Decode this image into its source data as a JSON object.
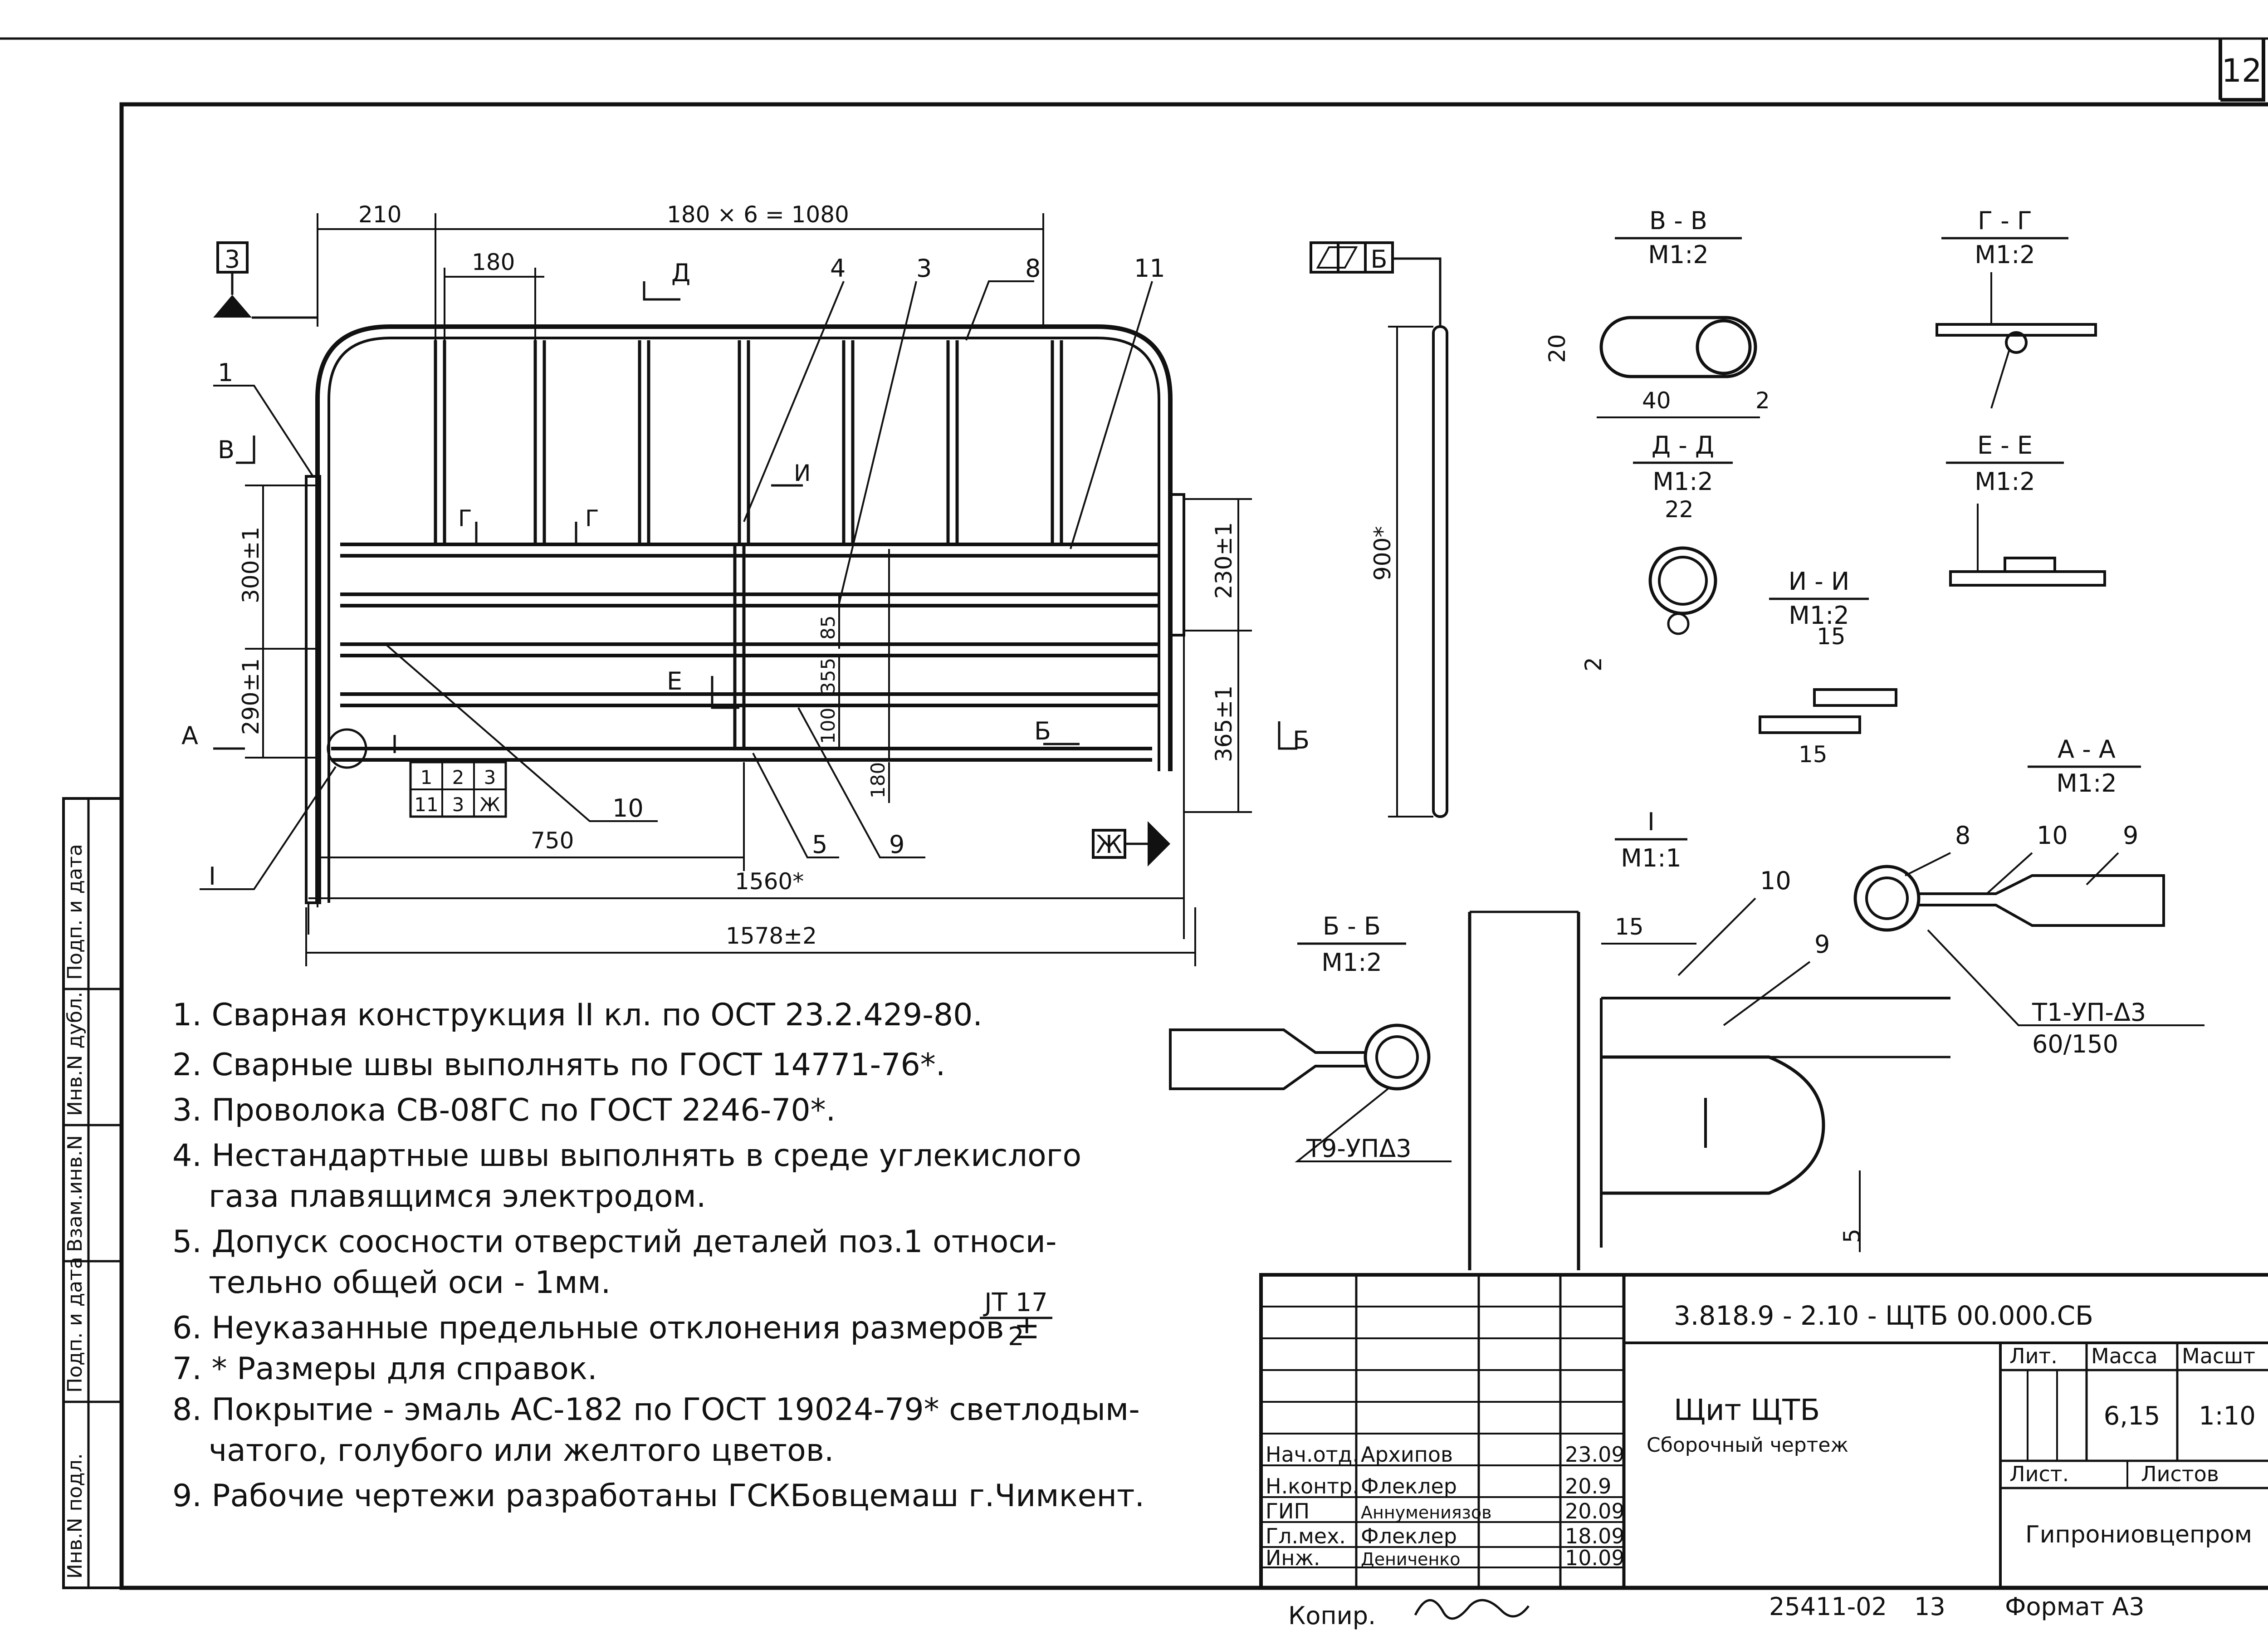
{
  "sheet_number": "12",
  "side_stamp": [
    "Инв.N подл.",
    "Подп. и дата",
    "Взам.инв.N",
    "Инв.N дубл.",
    "Подп. и дата"
  ],
  "main_view": {
    "dims_top": [
      "210",
      "180 × 6 = 1080",
      "180"
    ],
    "dims_bottom": [
      "750",
      "1560*",
      "1578±2"
    ],
    "dims_left": [
      "300±1",
      "290±1"
    ],
    "dims_right": [
      "230±1",
      "365±1"
    ],
    "dims_inner": [
      "85",
      "355",
      "100",
      "180"
    ],
    "positions": [
      "1",
      "4",
      "3",
      "8",
      "11",
      "10",
      "5",
      "9",
      "I"
    ],
    "section_marks": [
      "В",
      "Д",
      "Г",
      "Г",
      "И",
      "Е",
      "А",
      "Б",
      "Б"
    ],
    "base_mark_top": "3",
    "base_mark_right": "Ж",
    "weld_table": [
      [
        "1",
        "2",
        "3"
      ],
      [
        "11",
        "3",
        "Ж"
      ]
    ]
  },
  "side_view": {
    "tolerance_base": "Б",
    "dim": "900*"
  },
  "sections": {
    "vv": {
      "title": "В - В",
      "scale": "М1:2",
      "dims": [
        "20",
        "40",
        "2"
      ]
    },
    "gg": {
      "title": "Г - Г",
      "scale": "М1:2"
    },
    "dd": {
      "title": "Д - Д",
      "scale": "М1:2",
      "dims": [
        "22",
        "2"
      ]
    },
    "ee": {
      "title": "Е - Е",
      "scale": "М1:2"
    },
    "ii": {
      "title": "И - И",
      "scale": "М1:2",
      "dims": [
        "15",
        "15"
      ]
    },
    "aa": {
      "title": "А - А",
      "scale": "М1:2",
      "positions": [
        "8",
        "10",
        "9"
      ],
      "weld": "Т1-УП-Δ3",
      "weld2": "60/150"
    },
    "bb": {
      "title": "Б - Б",
      "scale": "М1:2",
      "weld": "Т9-УПΔ3"
    },
    "detail": {
      "title": "I",
      "scale": "М1:1",
      "positions": [
        "10",
        "9"
      ],
      "dims": [
        "15",
        "5"
      ]
    }
  },
  "notes": [
    "1. Сварная конструкция II кл. по ОСТ 23.2.429-80.",
    "2. Сварные швы выполнять по ГОСТ 14771-76*.",
    "3. Проволока СВ-08ГС по ГОСТ 2246-70*.",
    "4. Нестандартные швы выполнять в среде углекислого",
    "газа плавящимся электродом.",
    "5. Допуск соосности отверстий деталей поз.1 относи-",
    "тельно общей оси - 1мм.",
    "6. Неуказанные предельные отклонения размеров ±",
    "7. * Размеры для справок.",
    "8. Покрытие - эмаль АС-182 по ГОСТ 19024-79* светлодым-",
    "чатого, голубого или желтого цветов.",
    "9. Рабочие чертежи разработаны ГСКБовцемаш г.Чимкент."
  ],
  "note6_fraction": {
    "num": "JT 17",
    "den": "2"
  },
  "title_block": {
    "code": "3.818.9 - 2.10 -   ЩТБ 00.000.СБ",
    "name": "Щит   ЩТБ",
    "name_sub": "Сборочный   чертеж",
    "headers": [
      "Лит.",
      "Масса",
      "Масшт"
    ],
    "mass": "6,15",
    "scale": "1:10",
    "sheet_label": "Лист.",
    "sheets_label": "Листов",
    "org": "Гипрониовцепром",
    "signatures": [
      {
        "role": "Нач.отд.",
        "name": "Архипов",
        "date": "23.09"
      },
      {
        "role": "Н.контр.",
        "name": "Флеклер",
        "date": "20.9"
      },
      {
        "role": "ГИП",
        "name": "Аннумениязов",
        "date": "20.09"
      },
      {
        "role": "Гл.мех.",
        "name": "Флеклер",
        "date": "18.09"
      },
      {
        "role": "Инж.",
        "name": "Дениченко",
        "date": "10.09"
      }
    ]
  },
  "bottom": {
    "copy": "Копир.",
    "doc_no": "25411-02",
    "page": "13",
    "format": "Формат А3"
  }
}
